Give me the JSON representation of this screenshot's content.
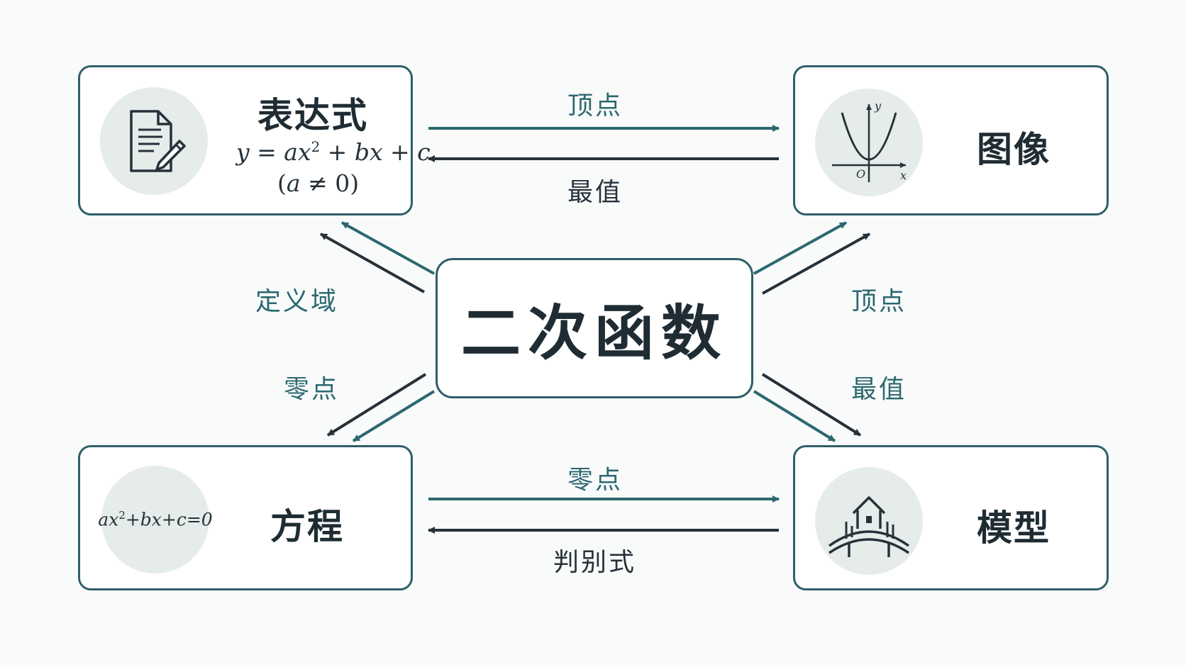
{
  "center": {
    "title": "二次函数"
  },
  "nodes": {
    "expression": {
      "title": "表达式",
      "formula_y": "y",
      "formula_eq": " = ",
      "formula_a": "ax",
      "formula_exp": "2",
      "formula_rest": " + bx + c",
      "condition_open": "(",
      "condition_a": "a",
      "condition_ne": " ≠ 0",
      "condition_close": ")",
      "icon": "document-pen-icon"
    },
    "graph": {
      "title": "图像",
      "axis_y": "y",
      "axis_x": "x",
      "origin": "O",
      "icon": "parabola-graph-icon"
    },
    "equation": {
      "title": "方程",
      "formula_a": "ax",
      "formula_exp": "2",
      "formula_rest": "+bx+c=0"
    },
    "model": {
      "title": "模型",
      "icon": "house-bridge-icon"
    }
  },
  "edges": {
    "expr_to_graph": "顶点",
    "graph_to_expr": "最值",
    "center_expr": "定义域",
    "center_graph": "顶点",
    "center_equation": "零点",
    "center_model": "最值",
    "eq_to_model": "零点",
    "model_to_eq": "判别式"
  },
  "colors": {
    "teal": "#2c6870",
    "dark": "#26323a",
    "border": "#2f5f69",
    "circle": "#e5ecea"
  }
}
